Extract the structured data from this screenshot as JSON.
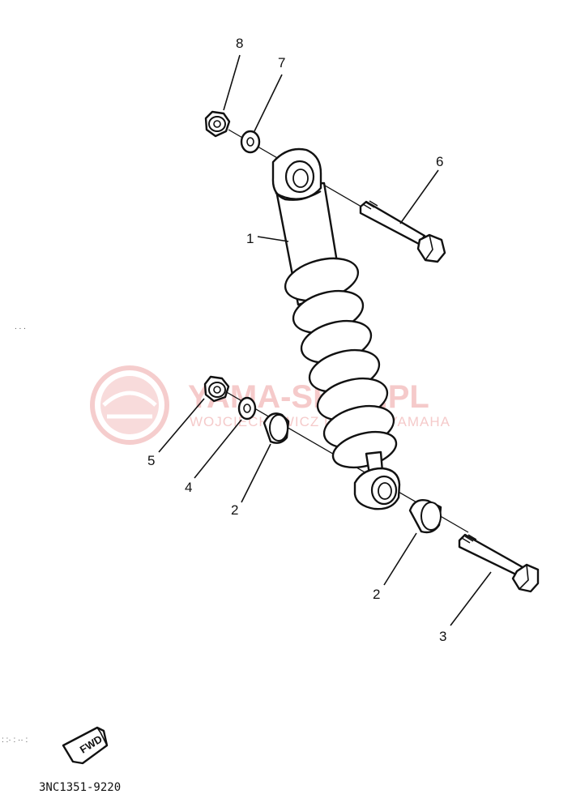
{
  "diagram": {
    "callouts": [
      {
        "id": "c8",
        "label": "8"
      },
      {
        "id": "c7",
        "label": "7"
      },
      {
        "id": "c6",
        "label": "6"
      },
      {
        "id": "c1",
        "label": "1"
      },
      {
        "id": "c5",
        "label": "5"
      },
      {
        "id": "c4",
        "label": "4"
      },
      {
        "id": "c2a",
        "label": "2"
      },
      {
        "id": "c2b",
        "label": "2"
      },
      {
        "id": "c3",
        "label": "3"
      }
    ],
    "drawing_code": "3NC1351-9220",
    "fwd_label": "FWD"
  },
  "watermark": {
    "main": "YAMA-SHOP.PL",
    "sub": "WOJCIECHOWICZ DEALER YAMAHA",
    "color": "#f2b9b9"
  }
}
